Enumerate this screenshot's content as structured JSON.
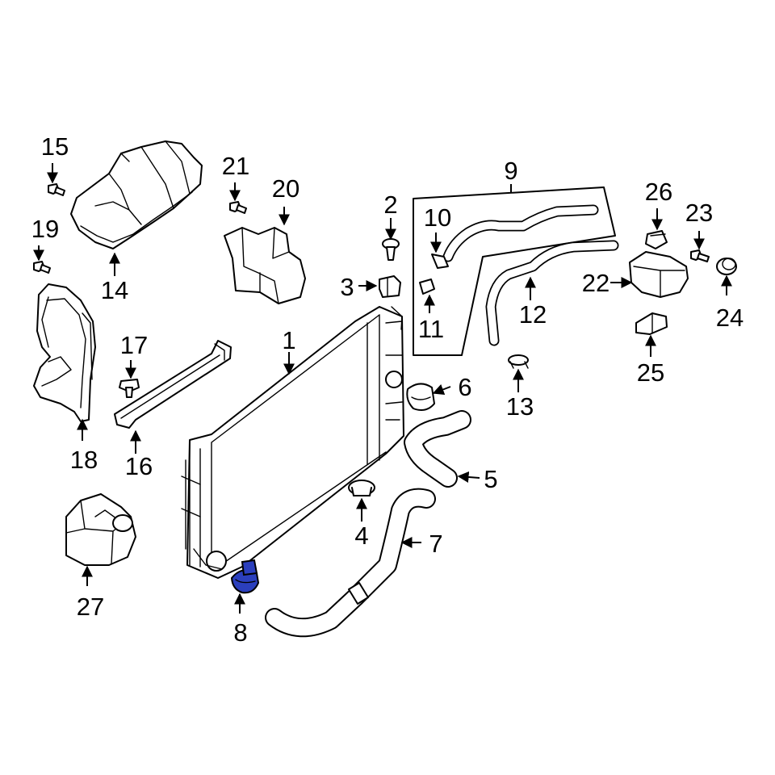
{
  "diagram": {
    "highlight_color": "#2b3fbd",
    "line_color": "#000000",
    "background": "#ffffff",
    "highlighted_part": "8",
    "callouts": [
      "1",
      "2",
      "3",
      "4",
      "5",
      "6",
      "7",
      "8",
      "9",
      "10",
      "11",
      "12",
      "13",
      "14",
      "15",
      "16",
      "17",
      "18",
      "19",
      "20",
      "21",
      "22",
      "23",
      "24",
      "25",
      "26",
      "27"
    ]
  }
}
